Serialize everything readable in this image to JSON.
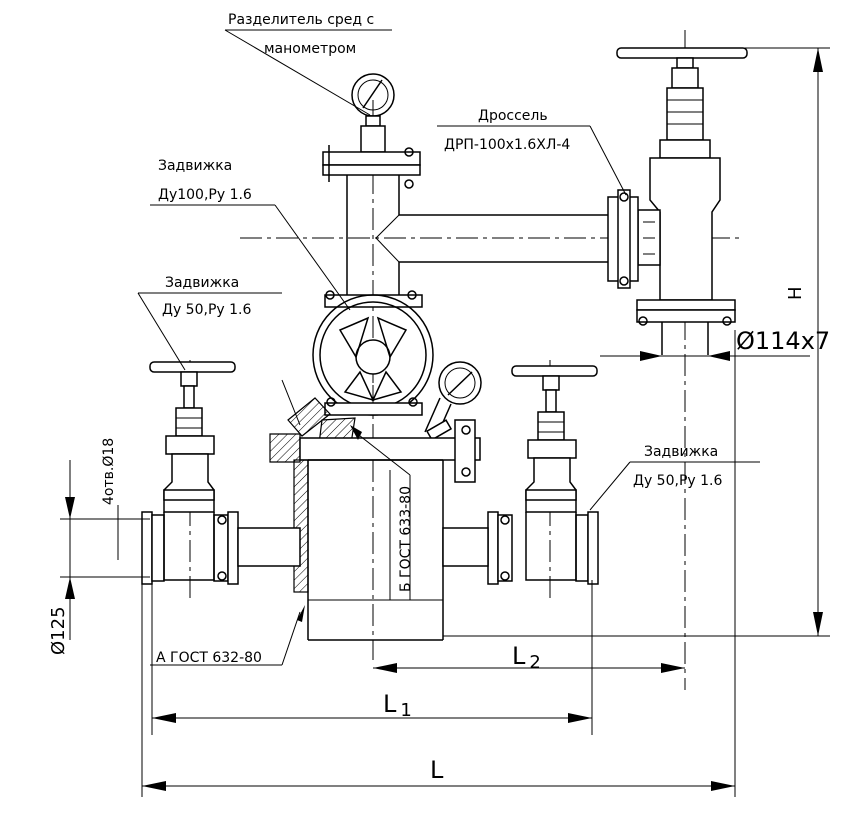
{
  "labels": {
    "separator_line1": "Разделитель сред с",
    "separator_line2": "манометром",
    "throttle_line1": "Дроссель",
    "throttle_line2": "ДРП-100х1.6ХЛ-4",
    "gate_valve_top_line1": "Задвижка",
    "gate_valve_top_line2": "Ду100,Ру 1.6",
    "gate_valve_left_line1": "Задвижка",
    "gate_valve_left_line2": "Ду 50,Ру 1.6",
    "gate_valve_right_line1": "Задвижка",
    "gate_valve_right_line2": "Ду 50,Ру 1.6",
    "holes": "4отв.Ø18",
    "gost_b": "Б ГОСТ 633-80",
    "gost_a": "А ГОСТ 632-80"
  },
  "dimensions": {
    "H": "Н",
    "pipe": "Ø114х7",
    "dia125": "Ø125",
    "L": "L",
    "L1_base": "L",
    "L1_sub": "1",
    "L2_base": "L",
    "L2_sub": "2"
  }
}
